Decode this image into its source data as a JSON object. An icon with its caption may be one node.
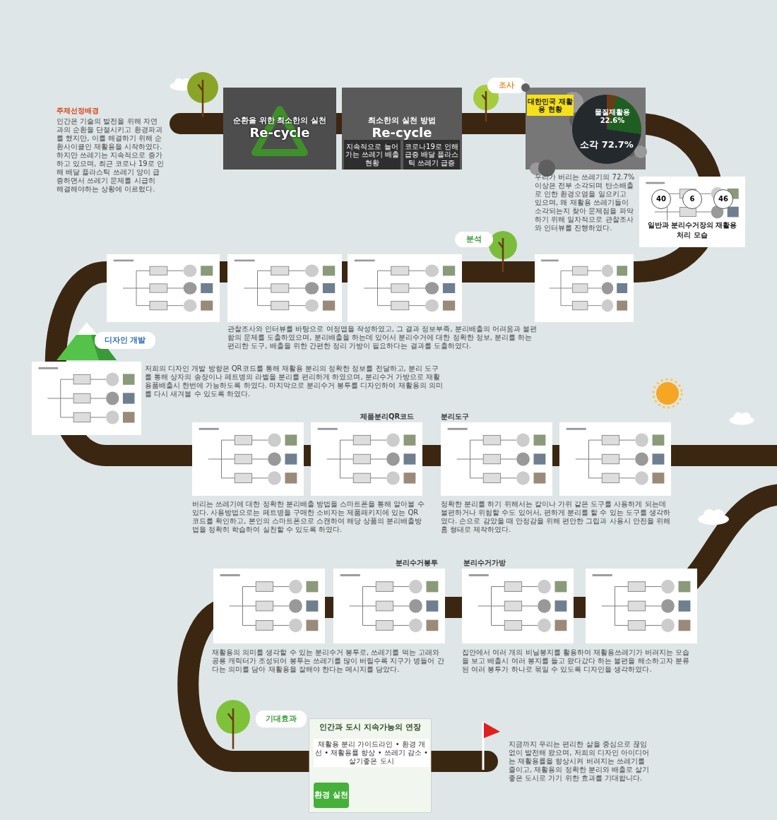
{
  "diagram": {
    "nodes": [
      {
        "text": [
          "순환을 위한 최소한의 실천",
          "Re-cycle"
        ]
      },
      {
        "text": [
          "최소한의 실천 방법",
          "Re-cycle"
        ]
      },
      {
        "text": [
          "지속적으로 늘어가는 쓰레기 배출 현황"
        ],
        "in": 1
      },
      {
        "text": [
          "코로나19로 인해 급증 배달 플라스틱 쓰레기 급증"
        ],
        "in": 1
      },
      {
        "text": [
          "조사"
        ]
      },
      {
        "text": [],
        "shape": "picture"
      },
      {
        "text": [
          "물질재활용 22.6%",
          "소각 72.7%"
        ],
        "in": 5
      },
      {
        "text": [
          "대한민국 재활용 현황"
        ],
        "in": 5
      },
      {
        "text": [],
        "shape": "picture"
      },
      {
        "text": [
          "분석"
        ]
      },
      {
        "text": [],
        "shape": "picture"
      },
      {
        "text": [],
        "shape": "picture"
      },
      {
        "text": [],
        "shape": "picture"
      },
      {
        "text": [],
        "shape": "picture"
      },
      {
        "text": [
          "디자인 개발"
        ]
      },
      {
        "text": [],
        "shape": "picture"
      },
      {
        "text": [],
        "shape": "picture"
      },
      {
        "text": [],
        "shape": "picture"
      },
      {
        "text": [],
        "shape": "picture"
      },
      {
        "text": [],
        "shape": "picture"
      },
      {
        "text": [],
        "shape": "picture"
      },
      {
        "text": [],
        "shape": "picture"
      },
      {
        "text": [],
        "shape": "picture"
      },
      {
        "text": [],
        "shape": "picture"
      },
      {
        "text": [
          "기대효과"
        ]
      },
      {
        "text": [
          "인간과 도시 지속가능의 연장"
        ]
      },
      {
        "text": [
          "환경 실천"
        ],
        "in": 25
      }
    ],
    "labels": [
      "주제선정배경",
      "인간은 기술의 발전을 위해 자연과의 순환을 단절시키고 환경파괴를 했지만, 이를 해결하기 위해 순환사이클인 재활용을 시작하였다. 하지만 쓰레기는 지속적으로 증가하고 있으며, 최근 코로나 19로 인해 배달 플라스틱 쓰레기 양이 급증하면서 쓰레기 문제를 시급히 해결해야하는 상황에 이르렀다.",
      "우리가 버리는 쓰레기의 72.7%이상은 전부 소각되며 탄소배출로 인한 환경오염을 일으키고 있으며, 왜 재활용 쓰레기들이 소각되는지 찾아 문제점을 파악하기 위해 일차적으로 관찰조사와 인터뷰를 진행하였다.",
      "40",
      "6",
      "46",
      "일반과 분리수거장의 재활용 처리 모습",
      "관찰조사와 인터뷰를 바탕으로 여정맵을 작성하였고, 그 결과 정보부족, 분리배출의 어려움과 불편함의 문제를 도출하였으며, 분리배출을 하는데 있어서 분리수거에 대한 정확한 정보, 분리를 하는 편리한 도구, 배출을 위한 간편한 정리 가방이 필요하다는 결과를 도출하였다.",
      "저희의 디자인 개발 방향은 QR코드를 통해 재활용 분리의 정확한 정보를 전달하고, 분리 도구를 통해 상자의 송장이나 페트병의 라벨을 분리를 편리하게 하였으며, 분리수거 가방으로 재활용품배출시 한번에 가능하도록 하였다. 마지막으로 분리수거 봉투를 디자인하여 재활용의 의미를 다시 새겨볼 수 있도록 하였다.",
      "제품분리QR코드",
      "분리도구",
      "버리는 쓰레기에 대한 정확한 분리배출 방법을 스마트폰을 통해 알아볼 수 있다. 사용방법으로는 페트병을 구매한 소비자는 제품패키지에 있는 QR코드를 확인하고, 본인의 스마트폰으로 스캔하여 해당 상품의 분리배출방법을 정확히 학습하여 실천할 수 있도록 하였다.",
      "정확한 분리를 하기 위해서는 칼이나 가위 같은 도구를 사용하게 되는데 불편하거나 위험할 수도 있어서, 편하게 분리를 할 수 있는 도구를 생각하였다. 손으로 감았을 때 안정감을 위해 편안한 그립과 사용시 안전을 위해 홈 형태로 제작하였다.",
      "분리수거봉투",
      "분리수거가방",
      "재활용의 의미를 생각할 수 있는 분리수거 봉투로, 쓰레기를 먹는 고래와 공룡 캐릭터가 조성되어 봉투는 쓰레기를 많이 버릴수록 지구가 병들어 간다는 의미를 담아 재활용을 잘해야 한다는 메시지를 담았다.",
      "집안에서 여러 개의 비닐봉지를 활용하여 재활용쓰레기가 버려지는 모습을 보고 배출시 여러 봉지를 들고 왔다갔다 하는 불편을 해소하고자 분류된 여러 봉투가 하나로 묶일 수 있도록 디자인을 생각하였다.",
      "재활용 분리 가이드라인 • 환경 개선 • 재활용률 향상 • 쓰레기 감소 • 살기좋은 도시",
      "지금까지 우리는 편리한 삶을 중심으로 끊임없이 발전해 왔으며, 저희의 디자인 아이디어는 재활용률을 향상시켜 버려지는 쓰레기를 줄이고, 재활용의 정확한 분리와 배출로 살기 좋은 도시로 가기 위한 효과를 기대합니다."
    ]
  }
}
